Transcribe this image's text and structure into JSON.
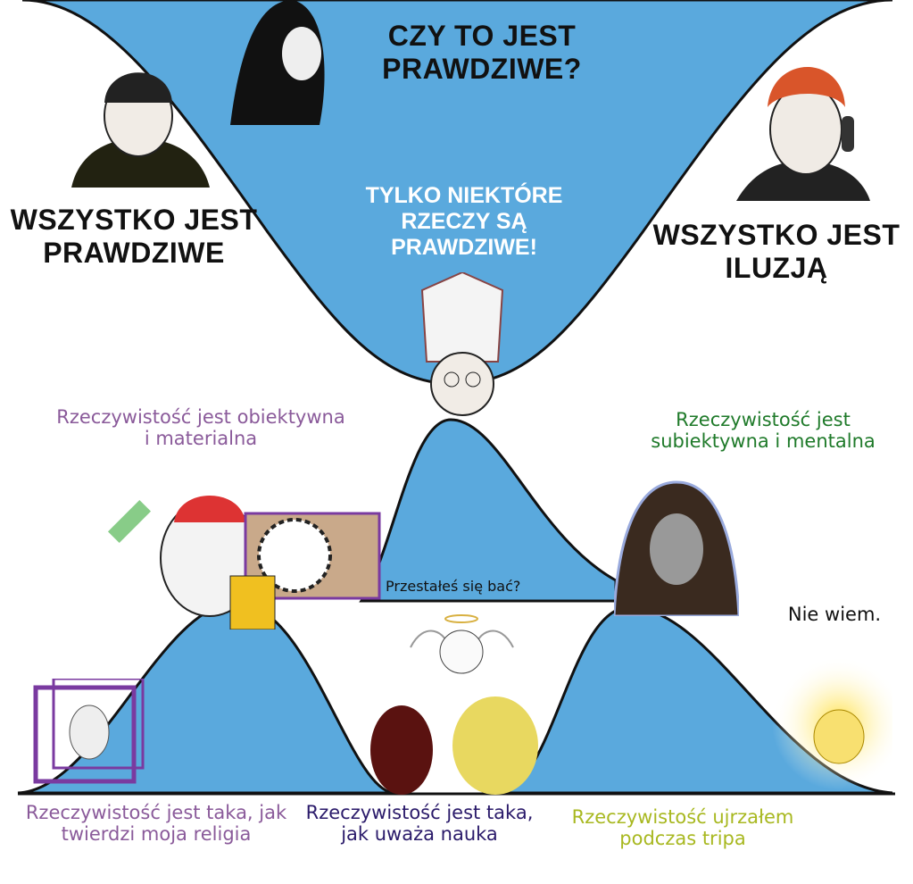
{
  "title": "CZY TO JEST PRAWDZIWE?",
  "left_top": "WSZYSTKO JEST PRAWDZIWE",
  "center_top": "TYLKO NIEKTÓRE RZECZY SĄ PRAWDZIWE!",
  "right_top": "WSZYSTKO JEST ILUZJĄ",
  "left_mid": "Rzeczywistość jest obiektywna i materialna",
  "right_mid": "Rzeczywistość jest subiektywna i mentalna",
  "center_question": "Przestałeś się bać?",
  "dont_know": "Nie wiem.",
  "bottom_left": "Rzeczywistość jest taka, jak twierdzi moja religia",
  "bottom_center": "Rzeczywistość jest taka, jak uważa nauka",
  "bottom_right": "Rzeczywistość ujrzałem podczas tripa",
  "colors": {
    "blue": "#5aa9dd",
    "purple_text": "#8a5a9a",
    "green_text": "#1f7a2a",
    "navy_text": "#2a1a6a",
    "yellow_text": "#a8b820"
  }
}
